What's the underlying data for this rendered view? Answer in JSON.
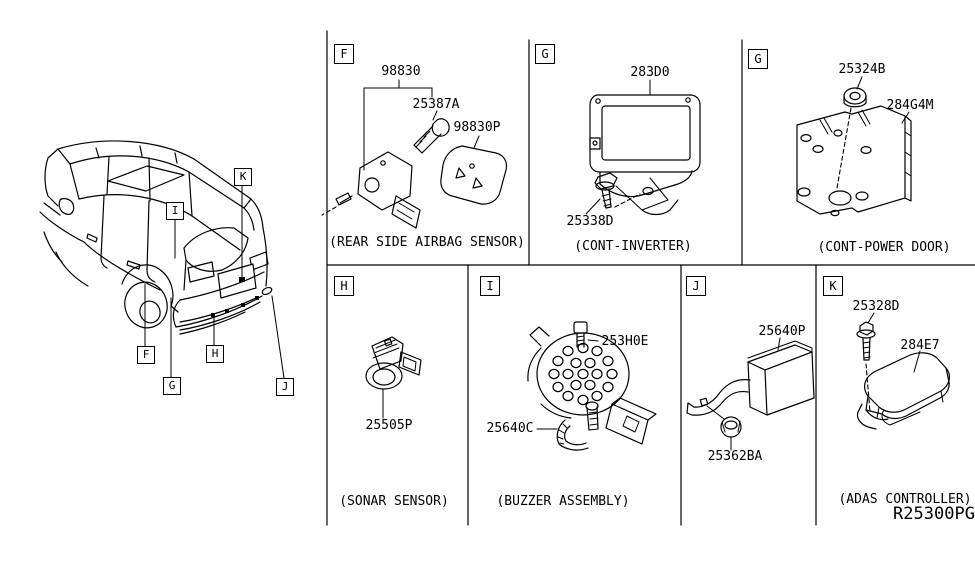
{
  "colors": {
    "background": "#ffffff",
    "line": "#000000"
  },
  "footer": {
    "diagram_code": "R25300PG"
  },
  "car": {
    "callouts": {
      "k": "K",
      "i": "I",
      "f": "F",
      "g": "G",
      "h": "H",
      "j": "J"
    }
  },
  "panels": {
    "airbag": {
      "letter": "F",
      "caption": "(REAR SIDE AIRBAG SENSOR)",
      "parts": {
        "main": "98830",
        "bolt": "25387A",
        "cover": "98830P"
      }
    },
    "inverter": {
      "letter": "G",
      "caption": "(CONT-INVERTER)",
      "parts": {
        "main": "283D0",
        "screw": "25338D"
      }
    },
    "power_door": {
      "letter": "G",
      "caption": "(CONT-POWER DOOR)",
      "parts": {
        "nut": "25324B",
        "main": "284G4M"
      }
    },
    "sonar": {
      "letter": "H",
      "caption": "(SONAR SENSOR)",
      "parts": {
        "main": "25505P"
      }
    },
    "buzzer": {
      "letter": "I",
      "caption": "(BUZZER ASSEMBLY)",
      "parts": {
        "bolt": "253H0E",
        "mount": "25640C"
      }
    },
    "bracket": {
      "letter": "J",
      "parts": {
        "main": "25640P",
        "nut": "25362BA"
      }
    },
    "adas": {
      "letter": "K",
      "caption": "(ADAS CONTROLLER)",
      "parts": {
        "screw": "25328D",
        "main": "284E7"
      }
    }
  }
}
